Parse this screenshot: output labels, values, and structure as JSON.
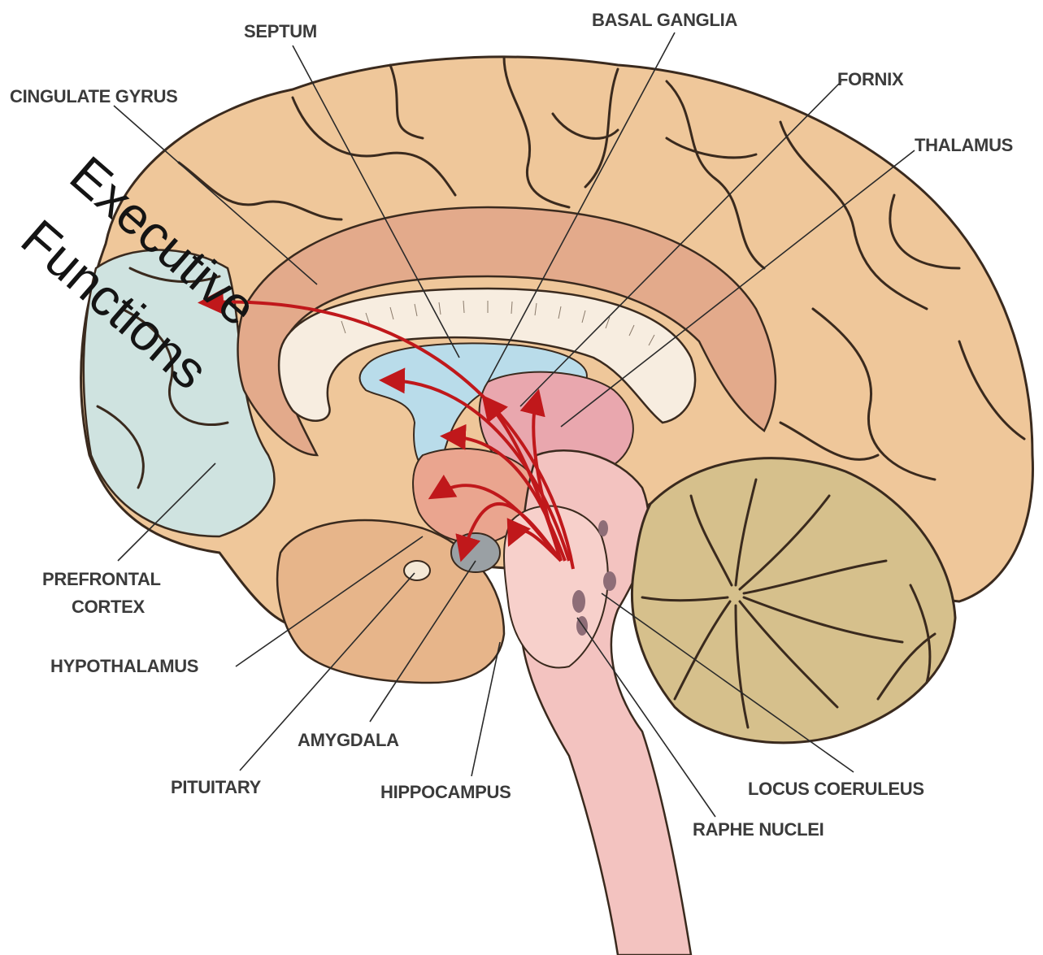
{
  "labels": {
    "septum": "SEPTUM",
    "basal_ganglia": "BASAL GANGLIA",
    "cingulate_gyrus": "CINGULATE GYRUS",
    "fornix": "FORNIX",
    "thalamus": "THALAMUS",
    "prefrontal_1": "PREFRONTAL",
    "prefrontal_2": "CORTEX",
    "hypothalamus": "HYPOTHALAMUS",
    "amygdala": "AMYGDALA",
    "pituitary": "PITUITARY",
    "hippocampus": "HIPPOCAMPUS",
    "locus_coeruleus": "LOCUS COERULEUS",
    "raphe_nuclei": "RAPHE NUCLEI"
  },
  "overlay": {
    "line1": "Executive",
    "line2": "Functions"
  },
  "colors": {
    "cortex": "#efc79a",
    "prefrontal": "#cfe3e0",
    "cingulate": "#e3aa8b",
    "corpus_callosum": "#f7ede0",
    "ventricle": "#b9dcea",
    "thalamus": "#e9a7ae",
    "brainstem": "#f3c3c0",
    "cerebellum": "#d6c08c",
    "arrow": "#c0181b"
  }
}
